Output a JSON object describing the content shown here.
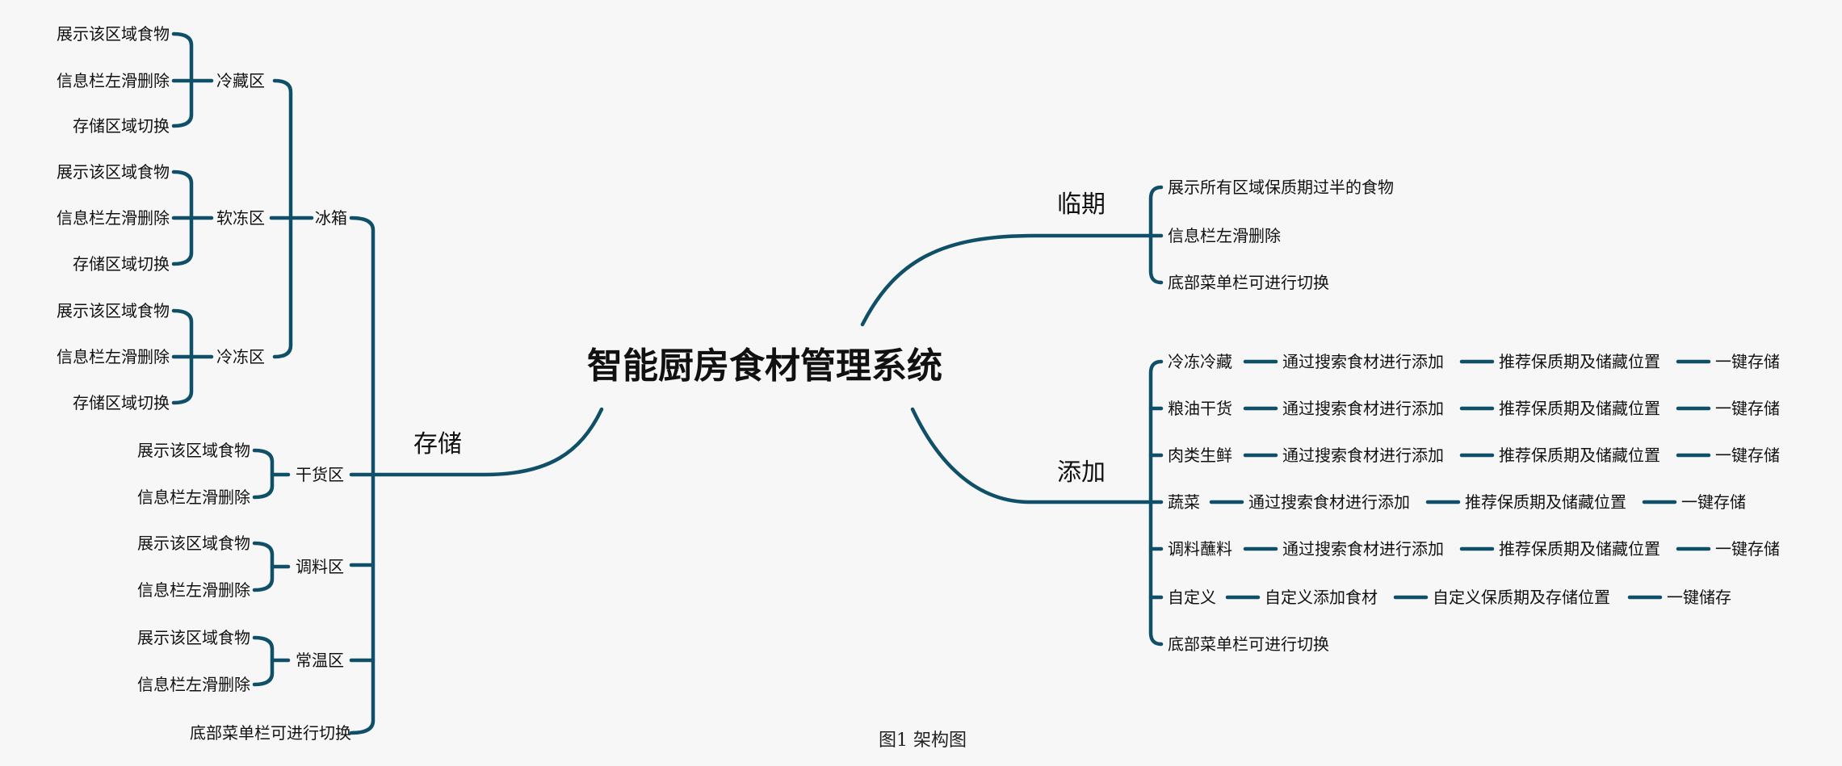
{
  "root": "智能厨房食材管理系统",
  "caption": "图1 架构图",
  "colors": {
    "line": "#0f5068",
    "text": "#111111",
    "background": "#f7f7f7"
  },
  "storage": {
    "label": "存储",
    "fridge": {
      "label": "冰箱",
      "zones": [
        {
          "label": "冷藏区",
          "items": [
            "展示该区域食物",
            "信息栏左滑删除",
            "存储区域切换"
          ]
        },
        {
          "label": "软冻区",
          "items": [
            "展示该区域食物",
            "信息栏左滑删除",
            "存储区域切换"
          ]
        },
        {
          "label": "冷冻区",
          "items": [
            "展示该区域食物",
            "信息栏左滑删除",
            "存储区域切换"
          ]
        }
      ]
    },
    "dry": {
      "label": "干货区",
      "items": [
        "展示该区域食物",
        "信息栏左滑删除"
      ]
    },
    "seasoning": {
      "label": "调料区",
      "items": [
        "展示该区域食物",
        "信息栏左滑删除"
      ]
    },
    "room": {
      "label": "常温区",
      "items": [
        "展示该区域食物",
        "信息栏左滑删除"
      ]
    },
    "bottom": "底部菜单栏可进行切换"
  },
  "expiring": {
    "label": "临期",
    "items": [
      "展示所有区域保质期过半的食物",
      "信息栏左滑删除",
      "底部菜单栏可进行切换"
    ]
  },
  "add": {
    "label": "添加",
    "rows": [
      {
        "cat": "冷冻冷藏",
        "s1": "通过搜索食材进行添加",
        "s2": "推荐保质期及储藏位置",
        "s3": "一键存储"
      },
      {
        "cat": "粮油干货",
        "s1": "通过搜索食材进行添加",
        "s2": "推荐保质期及储藏位置",
        "s3": "一键存储"
      },
      {
        "cat": "肉类生鲜",
        "s1": "通过搜索食材进行添加",
        "s2": "推荐保质期及储藏位置",
        "s3": "一键存储"
      },
      {
        "cat": "蔬菜",
        "s1": "通过搜索食材进行添加",
        "s2": "推荐保质期及储藏位置",
        "s3": "一键存储"
      },
      {
        "cat": "调料蘸料",
        "s1": "通过搜索食材进行添加",
        "s2": "推荐保质期及储藏位置",
        "s3": "一键存储"
      },
      {
        "cat": "自定义",
        "s1": "自定义添加食材",
        "s2": "自定义保质期及存储位置",
        "s3": "一键储存"
      }
    ],
    "bottom": "底部菜单栏可进行切换"
  }
}
